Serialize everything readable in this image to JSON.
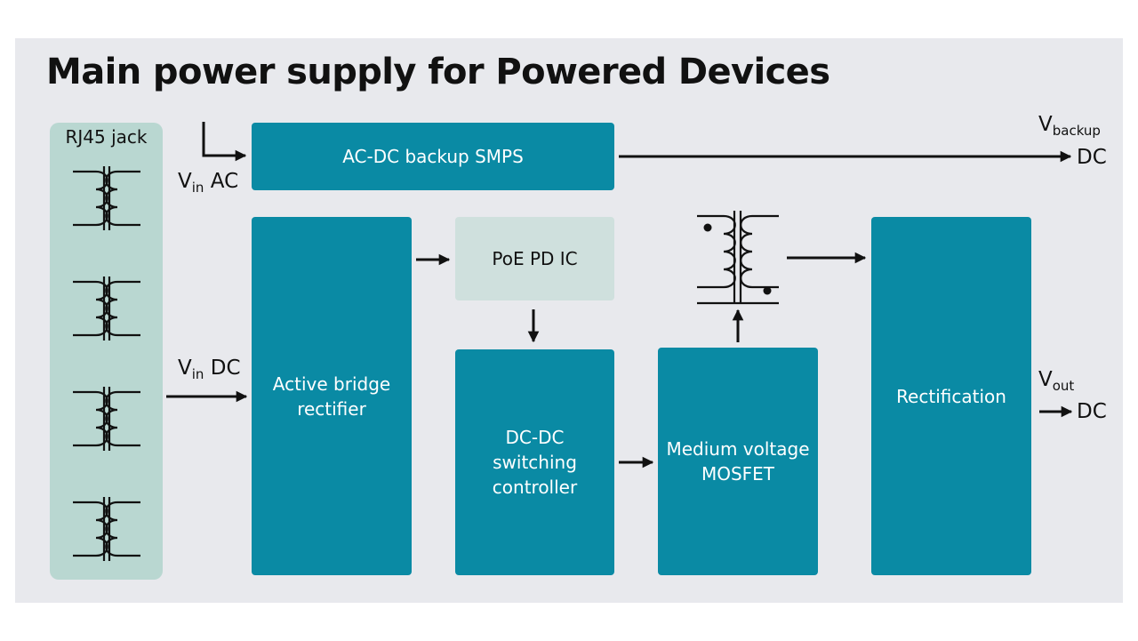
{
  "diagram": {
    "title": "Main power supply for Powered Devices",
    "jack": {
      "label": "RJ45 jack"
    },
    "blocks": {
      "backup_smps": "AC-DC backup SMPS",
      "bridge": [
        "Active bridge",
        "rectifier"
      ],
      "pd_ic": "PoE PD IC",
      "dcdc": [
        "DC-DC switching",
        "controller"
      ],
      "mosfet": [
        "Medium voltage",
        "MOSFET"
      ],
      "rectification": "Rectification"
    },
    "labels": {
      "vin_ac": {
        "v": "V",
        "sub": "in",
        "unit": "AC"
      },
      "vin_dc": {
        "v": "V",
        "sub": "in",
        "unit": "DC"
      },
      "vbackup": {
        "v": "V",
        "sub": "backup",
        "unit": "DC"
      },
      "vout": {
        "v": "V",
        "sub": "out",
        "unit": "DC"
      }
    },
    "colors": {
      "panel": "#e8e9ed",
      "block": "#0a8aa4",
      "pd_ic": "#cfe0dd",
      "jack": "#b9d7d1",
      "line": "#111111"
    }
  }
}
